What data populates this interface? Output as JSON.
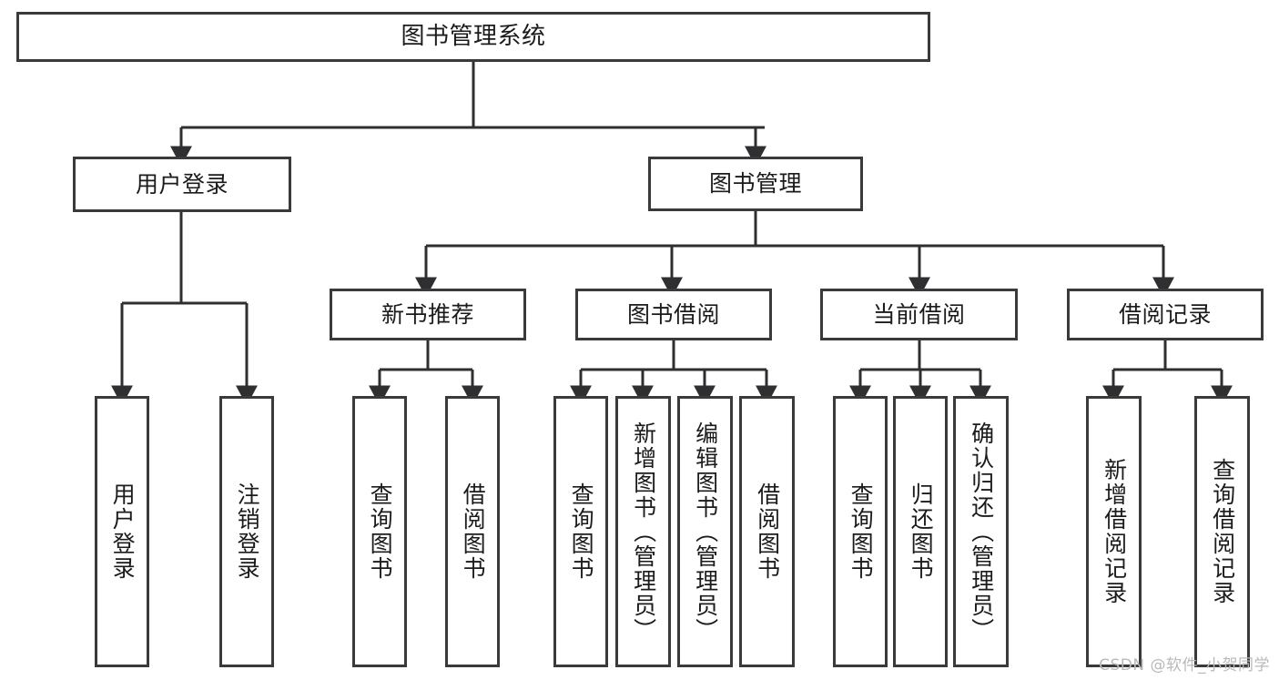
{
  "diagram": {
    "title": "图书管理系统",
    "style": {
      "box_border_color": "#3a3a3c",
      "box_fill_color": "#ffffff",
      "edge_color": "#2f2f31",
      "text_color": "#1b1b1d",
      "background": "#ffffff",
      "watermark_color": "#b9b9bb"
    },
    "nodes": {
      "root": {
        "label": "图书管理系统"
      },
      "level2": [
        {
          "id": "user-login",
          "label": "用户登录"
        },
        {
          "id": "book-manage",
          "label": "图书管理"
        }
      ],
      "level3": [
        {
          "id": "new-book-recommend",
          "label": "新书推荐"
        },
        {
          "id": "book-borrow",
          "label": "图书借阅"
        },
        {
          "id": "current-borrow",
          "label": "当前借阅"
        },
        {
          "id": "borrow-record",
          "label": "借阅记录"
        }
      ],
      "leaves": {
        "user_login": [
          {
            "id": "leaf-user-login",
            "label": "用户登录"
          },
          {
            "id": "leaf-logout-login",
            "label": "注销登录"
          }
        ],
        "new_book_recommend": [
          {
            "id": "leaf-query-book-1",
            "label": "查询图书"
          },
          {
            "id": "leaf-borrow-book-1",
            "label": "借阅图书"
          }
        ],
        "book_borrow": [
          {
            "id": "leaf-query-book-2",
            "label": "查询图书"
          },
          {
            "id": "leaf-add-book-admin",
            "label": "新增图书（管理员）"
          },
          {
            "id": "leaf-edit-book-admin",
            "label": "编辑图书（管理员）"
          },
          {
            "id": "leaf-borrow-book-2",
            "label": "借阅图书"
          }
        ],
        "current_borrow": [
          {
            "id": "leaf-query-book-3",
            "label": "查询图书"
          },
          {
            "id": "leaf-return-book",
            "label": "归还图书"
          },
          {
            "id": "leaf-confirm-return-admin",
            "label": "确认归还（管理员）"
          }
        ],
        "borrow_record": [
          {
            "id": "leaf-add-borrow-record",
            "label": "新增借阅记录"
          },
          {
            "id": "leaf-query-borrow-record",
            "label": "查询借阅记录"
          }
        ]
      }
    },
    "watermark": "CSDN @软件_小贺同学"
  }
}
